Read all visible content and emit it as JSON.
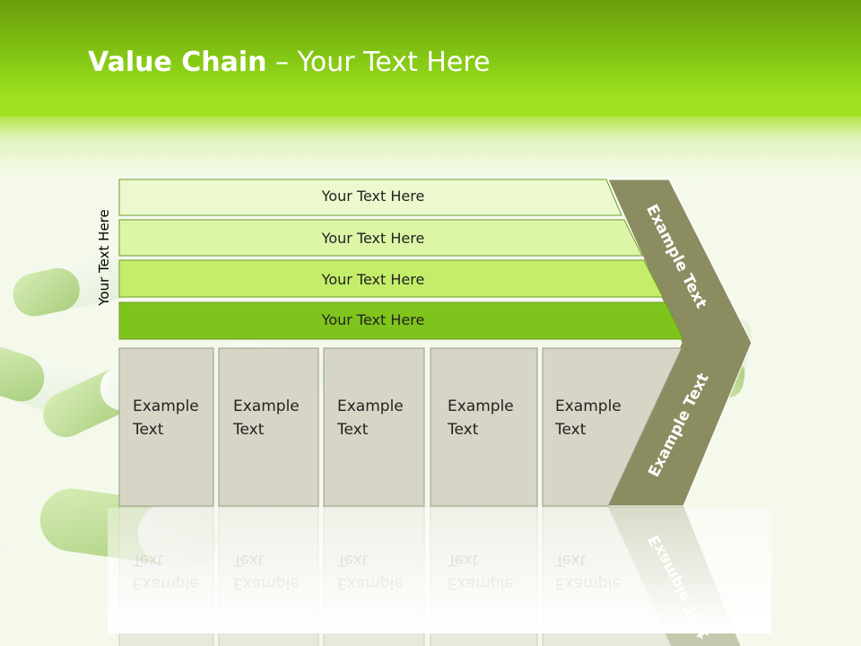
{
  "title": {
    "bold": "Value Chain",
    "rest": " – Your Text Here"
  },
  "side_label": "Your Text Here",
  "support_rows": [
    {
      "label": "Your Text Here",
      "color": "#ecf9cf"
    },
    {
      "label": "Your Text Here",
      "color": "#dcf5a6"
    },
    {
      "label": "Your Text Here",
      "color": "#c4ee6a"
    },
    {
      "label": "Your Text Here",
      "color": "#7fc41c"
    }
  ],
  "primary_boxes": [
    {
      "line1": "Example",
      "line2": "Text"
    },
    {
      "line1": "Example",
      "line2": "Text"
    },
    {
      "line1": "Example",
      "line2": "Text"
    },
    {
      "line1": "Example",
      "line2": "Text"
    },
    {
      "line1": "Example",
      "line2": "Text"
    }
  ],
  "margin": {
    "top_label": "Example Text",
    "bottom_label": "Example Text"
  },
  "colors": {
    "header_green": "#86cc18",
    "box_fill": "#d7d5c5",
    "box_stroke": "#9a9a8c",
    "chevron_fill": "#8b8d61"
  }
}
